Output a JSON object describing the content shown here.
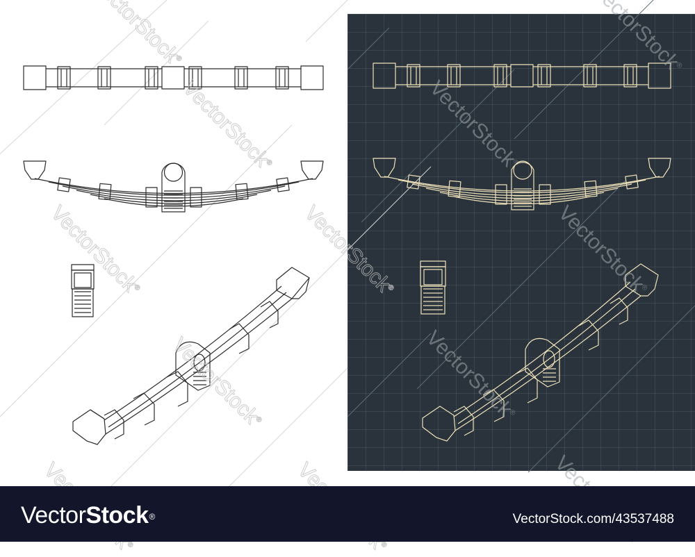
{
  "image": {
    "subject": "Leaf spring blueprint drawings",
    "panels": [
      {
        "name": "light-panel",
        "background": "#ffffff",
        "line_color": "#2b2b2b",
        "views": [
          "top-view",
          "side-view",
          "front-view",
          "isometric-view"
        ]
      },
      {
        "name": "dark-panel",
        "background": "#2a333b",
        "grid_color": "#3b4850",
        "line_color": "#efe2bb",
        "views": [
          "top-view",
          "side-view",
          "front-view",
          "isometric-view"
        ]
      }
    ]
  },
  "watermark": {
    "text": "VectorStock",
    "registered": "®"
  },
  "footer": {
    "brand_light": "Vector",
    "brand_bold": "Stock",
    "brand_registered": "®",
    "reference": "VectorStock.com/43537488",
    "background": "#13152a",
    "text_color": "#ffffff"
  }
}
